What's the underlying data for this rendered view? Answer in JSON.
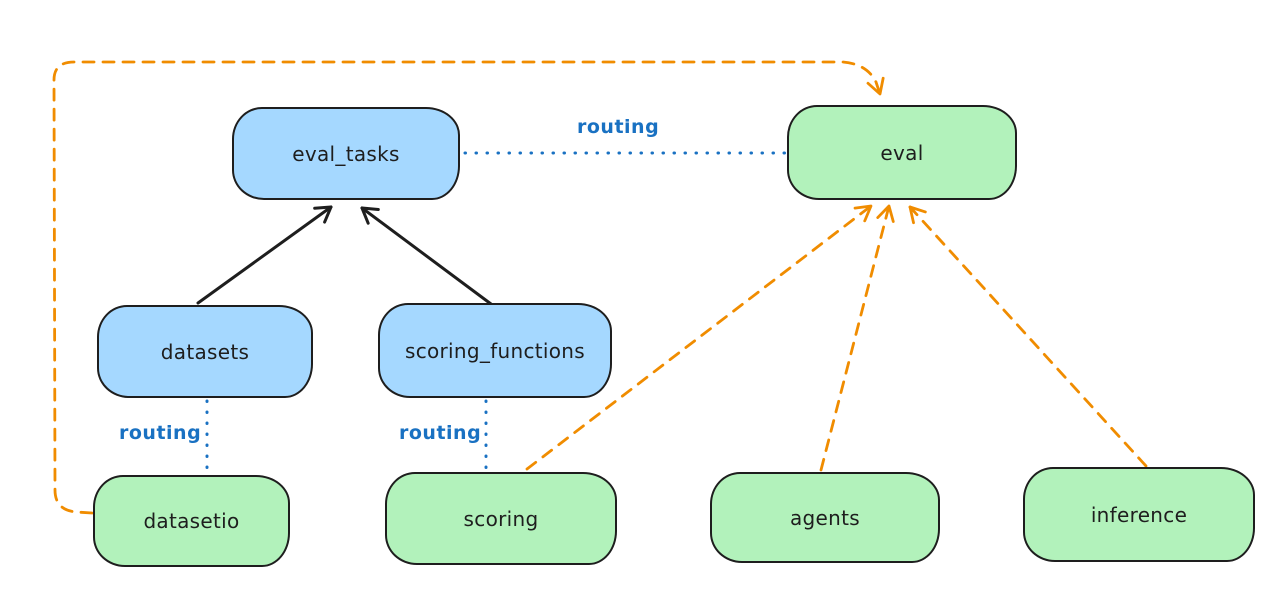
{
  "nodes": {
    "eval_tasks": {
      "label": "eval_tasks",
      "fill": "blue"
    },
    "eval": {
      "label": "eval",
      "fill": "green"
    },
    "datasets": {
      "label": "datasets",
      "fill": "blue"
    },
    "scoring_functions": {
      "label": "scoring_functions",
      "fill": "blue"
    },
    "datasetio": {
      "label": "datasetio",
      "fill": "green"
    },
    "scoring": {
      "label": "scoring",
      "fill": "green"
    },
    "agents": {
      "label": "agents",
      "fill": "green"
    },
    "inference": {
      "label": "inference",
      "fill": "green"
    }
  },
  "edge_labels": {
    "routing": "routing"
  },
  "edges": [
    {
      "from": "datasets",
      "to": "eval_tasks",
      "style": "solid",
      "color": "black",
      "arrow": true
    },
    {
      "from": "scoring_functions",
      "to": "eval_tasks",
      "style": "solid",
      "color": "black",
      "arrow": true
    },
    {
      "from": "eval_tasks",
      "to": "eval",
      "style": "dotted",
      "color": "blue",
      "arrow": false,
      "label": "routing"
    },
    {
      "from": "datasets",
      "to": "datasetio",
      "style": "dotted",
      "color": "blue",
      "arrow": false,
      "label": "routing"
    },
    {
      "from": "scoring_functions",
      "to": "scoring",
      "style": "dotted",
      "color": "blue",
      "arrow": false,
      "label": "routing"
    },
    {
      "from": "datasetio",
      "to": "eval",
      "style": "dashed",
      "color": "orange",
      "arrow": true,
      "route": "around-left-and-top"
    },
    {
      "from": "scoring",
      "to": "eval",
      "style": "dashed",
      "color": "orange",
      "arrow": true
    },
    {
      "from": "agents",
      "to": "eval",
      "style": "dashed",
      "color": "orange",
      "arrow": true
    },
    {
      "from": "inference",
      "to": "eval",
      "style": "dashed",
      "color": "orange",
      "arrow": true
    }
  ],
  "colors": {
    "background": "#ffffff",
    "blue_fill": "#a5d8ff",
    "green_fill": "#b2f2bb",
    "stroke": "#1e1e1e",
    "routing_blue": "#1971c2",
    "orange_dash": "#f08c00"
  }
}
